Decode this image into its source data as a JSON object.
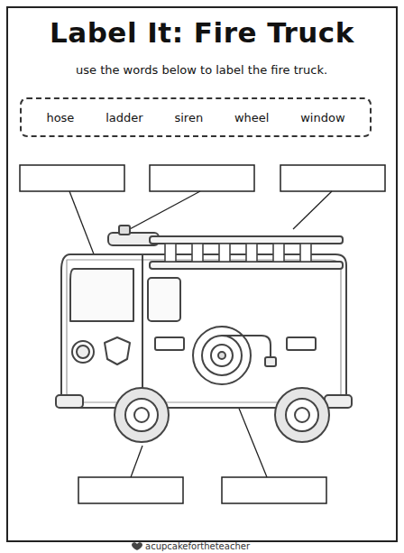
{
  "diagram": {
    "title": "Label It: Fire Truck",
    "nodes": [
      {
        "text": [
          "hose",
          "ladder",
          "siren",
          "wheel",
          "window"
        ]
      }
    ],
    "labels": [
      "use the words below to label the fire truck.",
      "acupcakefortheteacher"
    ]
  }
}
